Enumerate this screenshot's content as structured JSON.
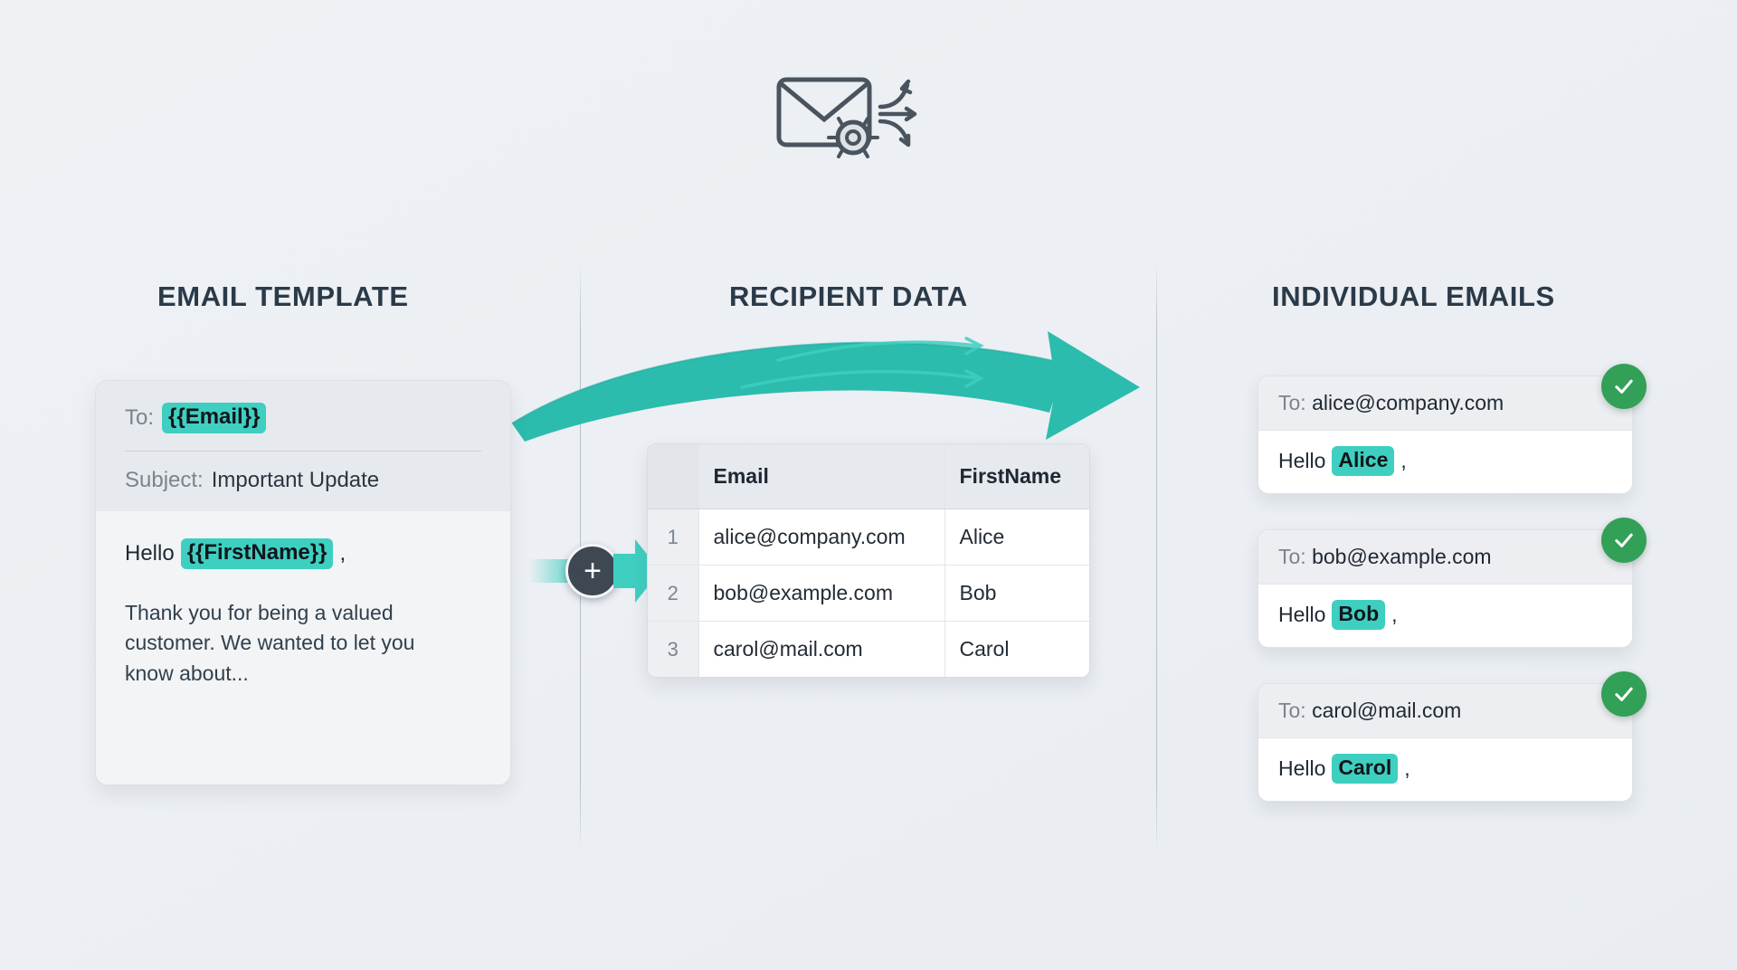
{
  "hero": {
    "icon": "envelope-gear-distribute-icon"
  },
  "columns": {
    "template_title": "EMAIL TEMPLATE",
    "recipients_title": "RECIPIENT DATA",
    "output_title": "INDIVIDUAL EMAILS"
  },
  "template": {
    "to_label": "To:",
    "to_token": "{{Email}}",
    "subject_label": "Subject:",
    "subject_value": "Important Update",
    "greeting_prefix": "Hello",
    "greeting_token": "{{FirstName}}",
    "greeting_suffix": ",",
    "body_text": "Thank you for being a valued customer. We wanted to let you know about..."
  },
  "connector": {
    "badge": "+",
    "arrow": "arrow-right-icon"
  },
  "recipients": {
    "columns": [
      "Email",
      "FirstName"
    ],
    "rows": [
      {
        "n": "1",
        "email": "alice@company.com",
        "first_name": "Alice"
      },
      {
        "n": "2",
        "email": "bob@example.com",
        "first_name": "Bob"
      },
      {
        "n": "3",
        "email": "carol@mail.com",
        "first_name": "Carol"
      }
    ]
  },
  "outputs": [
    {
      "to_label": "To:",
      "to_value": "alice@company.com",
      "greeting_prefix": "Hello",
      "name": "Alice",
      "comma": ",",
      "status": "sent"
    },
    {
      "to_label": "To:",
      "to_value": "bob@example.com",
      "greeting_prefix": "Hello",
      "name": "Bob",
      "comma": ",",
      "status": "sent"
    },
    {
      "to_label": "To:",
      "to_value": "carol@mail.com",
      "greeting_prefix": "Hello",
      "name": "Carol",
      "comma": ",",
      "status": "sent"
    }
  ],
  "colors": {
    "accent_teal": "#3fcfc0",
    "arrow_teal": "#2bbcae",
    "success_green": "#32a057",
    "title_navy": "#2b3a48",
    "background": "#eceff3"
  }
}
